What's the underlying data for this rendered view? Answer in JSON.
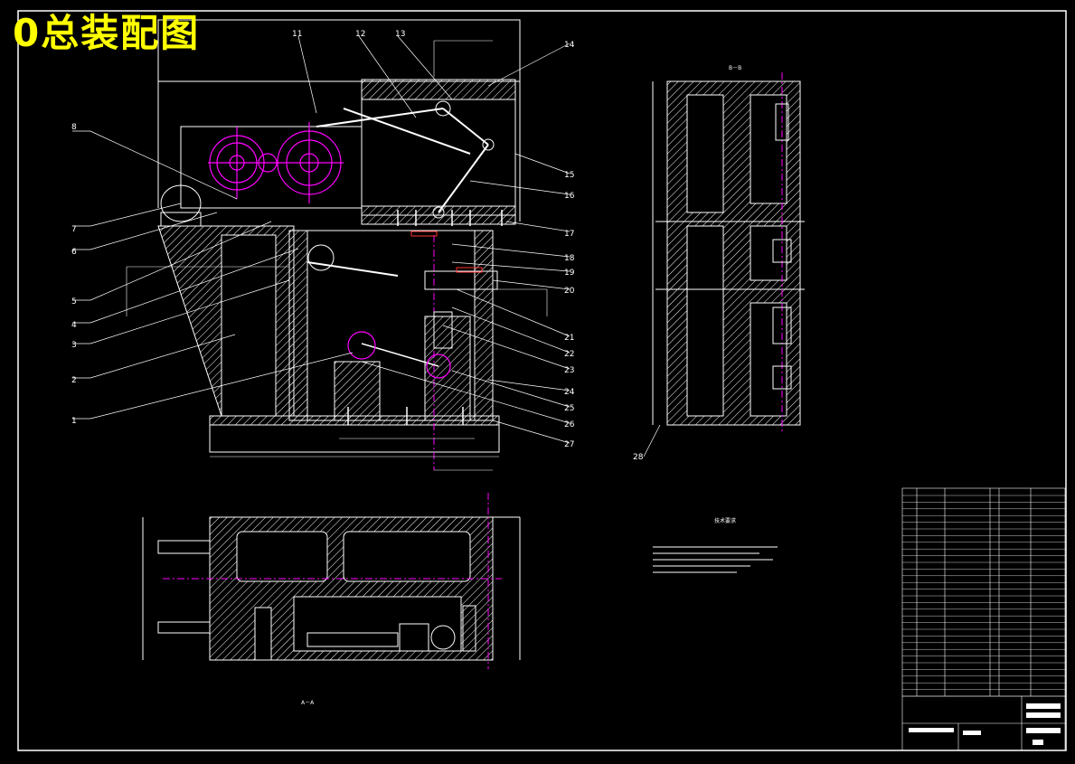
{
  "title": "0总装配图",
  "section_labels": {
    "view_bb": "B－B",
    "view_aa": "A－A",
    "tech_req": "技术要求"
  },
  "part_numbers_left": [
    "8",
    "7",
    "6",
    "5",
    "4",
    "3",
    "2",
    "1"
  ],
  "part_numbers_top": [
    "11",
    "12",
    "13",
    "14"
  ],
  "part_numbers_right": [
    "15",
    "16",
    "17",
    "18",
    "19",
    "20",
    "21",
    "22",
    "23",
    "24",
    "25",
    "26",
    "27"
  ],
  "part_number_bb": "28",
  "colors": {
    "background": "#000000",
    "outline": "#ffffff",
    "hatch": "#ffffff",
    "centerline": "#ff00ff",
    "gear": "#ff00ff",
    "dimension": "#ff3333",
    "title": "#ffff00"
  }
}
